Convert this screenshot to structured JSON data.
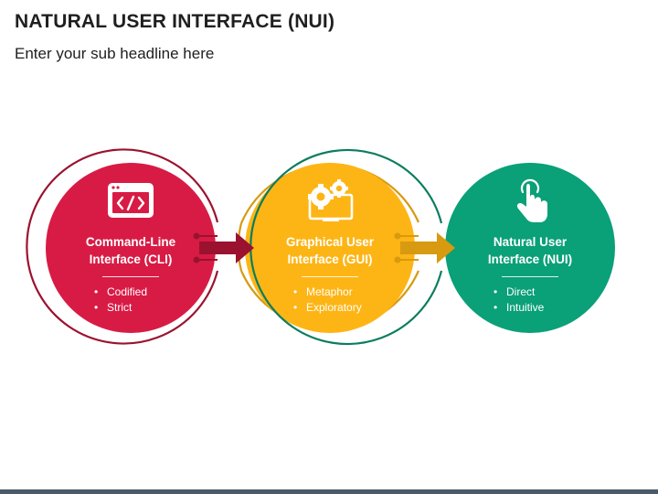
{
  "header": {
    "title": "NATURAL USER INTERFACE (NUI)",
    "subtitle": "Enter your sub headline here"
  },
  "stages": [
    {
      "title_line1": "Command-Line",
      "title_line2": "Interface (CLI)",
      "bullets": [
        "Codified",
        "Strict"
      ],
      "color": "#d81b45",
      "ring_color": "#9b1230",
      "icon": "code-window-icon"
    },
    {
      "title_line1": "Graphical User",
      "title_line2": "Interface (GUI)",
      "bullets": [
        "Metaphor",
        "Exploratory"
      ],
      "color": "#fdb515",
      "ring_color": "#d79a10",
      "icon": "gears-monitor-icon"
    },
    {
      "title_line1": "Natural User",
      "title_line2": "Interface (NUI)",
      "bullets": [
        "Direct",
        "Intuitive"
      ],
      "color": "#0aa078",
      "ring_color": "#0b7d5f",
      "icon": "touch-hand-icon"
    }
  ],
  "connectors": [
    {
      "color": "#9b1230",
      "icon": "arrow-right-icon"
    },
    {
      "color": "#d79a10",
      "icon": "arrow-right-icon"
    }
  ],
  "footer": {
    "bar_color": "#4a5a6a"
  }
}
